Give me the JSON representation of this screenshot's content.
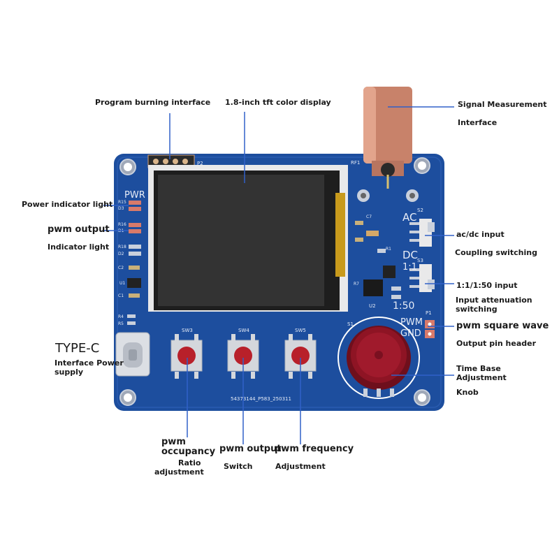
{
  "labels": {
    "program_burning": "Program burning interface",
    "tft_display": "1.8-inch tft color display",
    "signal_measurement_1": "Signal Measurement",
    "signal_measurement_2": "Interface",
    "power_indicator": "Power indicator light",
    "pwm_output": "pwm output",
    "indicator_light": "Indicator light",
    "acdc_input": "ac/dc input",
    "coupling_switching": "Coupling switching",
    "attenuation_input": "1:1/1:50 input",
    "attenuation_switching_1": "Input attenuation",
    "attenuation_switching_2": "switching",
    "pwm_square_wave": "pwm square wave",
    "output_pin_header": "Output pin header",
    "type_c": "TYPE-C",
    "interface_power_1": "Interface Power",
    "interface_power_2": "supply",
    "time_base_1": "Time Base",
    "time_base_2": "Adjustment",
    "knob": "Knob",
    "pwm_occupancy_1": "pwm",
    "pwm_occupancy_2": "occupancy",
    "ratio": "Ratio",
    "ratio_adjustment": "adjustment",
    "pwm_output_bottom": "pwm output",
    "switch": "Switch",
    "pwm_frequency": "pwm frequency",
    "adjustment": "Adjustment"
  },
  "silkscreen": {
    "pwr": "PWR",
    "ac": "AC",
    "dc": "DC",
    "ratio_11": "1:1",
    "ratio_150": "1:50",
    "pwm": "PWM",
    "gnd": "GND",
    "p2": "P2",
    "rf1": "RF1",
    "s1": "S1",
    "s2": "S2",
    "s3": "S3",
    "p1": "P1",
    "sw3": "SW3",
    "sw4": "SW4",
    "sw5": "SW5",
    "u1": "U1",
    "u2": "U2",
    "c2": "C2",
    "c1": "C1",
    "c7": "C7",
    "r7": "R7",
    "r1": "R1",
    "r15": "R15",
    "d3": "D3",
    "r16": "R16",
    "d1": "D1",
    "r18": "R18",
    "d2": "D2",
    "r4": "R4",
    "r5": "R5",
    "board_id": "54373144_P583_250311"
  },
  "colors": {
    "board": "#1d4e9e",
    "leader_line": "#3060c8",
    "button_cap": "#b8202a",
    "bnc": "#c8826a",
    "knob": "#8e1424"
  }
}
